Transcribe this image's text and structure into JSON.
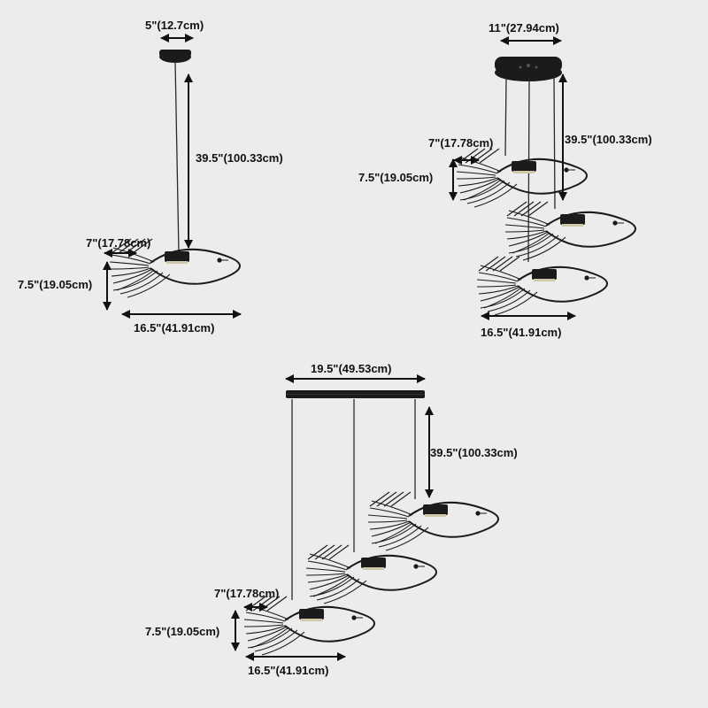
{
  "colors": {
    "background": "#ececec",
    "ink": "#111111",
    "canopy": "#1b1b1b"
  },
  "single": {
    "canopy_width": "5\"(12.7cm)",
    "cord_length": "39.5\"(100.33cm)",
    "shade_depth": "7\"(17.78cm)",
    "height": "7.5\"(19.05cm)",
    "length": "16.5\"(41.91cm)"
  },
  "round_three": {
    "canopy_width": "11\"(27.94cm)",
    "shade_depth": "7\"(17.78cm)",
    "cord_length": "39.5\"(100.33cm)",
    "height": "7.5\"(19.05cm)",
    "length": "16.5\"(41.91cm)"
  },
  "linear_three": {
    "canopy_width": "19.5\"(49.53cm)",
    "cord_length": "39.5\"(100.33cm)",
    "shade_depth": "7\"(17.78cm)",
    "height": "7.5\"(19.05cm)",
    "length": "16.5\"(41.91cm)"
  }
}
